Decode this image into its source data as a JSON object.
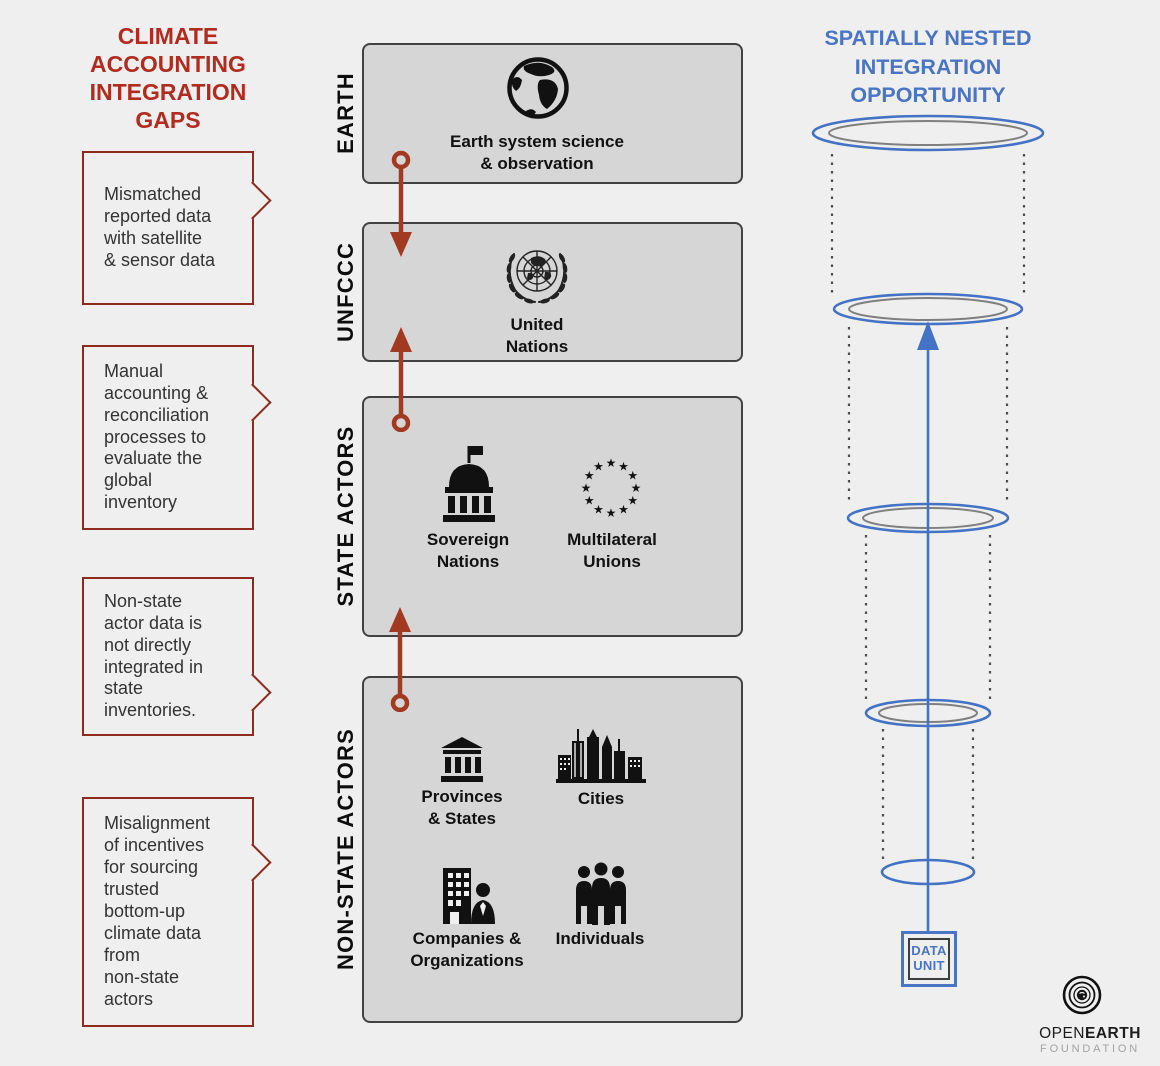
{
  "left_panel": {
    "title": "CLIMATE\nACCOUNTING\nINTEGRATION\nGAPS",
    "gaps": [
      {
        "text": "Mismatched\nreported data\nwith satellite\n& sensor data"
      },
      {
        "text": "Manual\naccounting &\nreconciliation\nprocesses to\nevaluate the\nglobal\ninventory"
      },
      {
        "text": "Non-state\nactor data is\nnot directly\nintegrated in\nstate\ninventories."
      },
      {
        "text": "Misalignment\nof incentives\nfor sourcing\ntrusted\nbottom-up\nclimate data\nfrom\nnon-state\nactors"
      }
    ]
  },
  "middle_panel": {
    "levels": [
      {
        "label": "EARTH",
        "items": [
          {
            "icon": "globe-icon",
            "caption": "Earth system science\n& observation"
          }
        ]
      },
      {
        "label": "UNFCCC",
        "items": [
          {
            "icon": "united-nations-icon",
            "caption": "United\nNations"
          }
        ]
      },
      {
        "label": "STATE ACTORS",
        "items": [
          {
            "icon": "capitol-building-icon",
            "caption": "Sovereign\nNations"
          },
          {
            "icon": "stars-circle-icon",
            "caption": "Multilateral\nUnions"
          }
        ]
      },
      {
        "label": "NON-STATE ACTORS",
        "items": [
          {
            "icon": "classical-building-icon",
            "caption": "Provinces\n& States"
          },
          {
            "icon": "city-skyline-icon",
            "caption": "Cities"
          },
          {
            "icon": "company-person-icon",
            "caption": "Companies &\nOrganizations"
          },
          {
            "icon": "people-group-icon",
            "caption": "Individuals"
          }
        ]
      }
    ]
  },
  "right_panel": {
    "title": "SPATIALLY NESTED\nINTEGRATION\nOPPORTUNITY",
    "data_unit_label": "DATA\nUNIT"
  },
  "footer": {
    "brand_open": "OPEN",
    "brand_earth": "EARTH",
    "brand_sub": "FOUNDATION"
  },
  "colors": {
    "background": "#efefef",
    "gap_title_red": "#b22b1f",
    "callout_border_red": "#8e2b1e",
    "flow_arrow_red": "#a23a22",
    "opportunity_blue": "#4a74c4",
    "ellipse_blue": "#4472c4",
    "ellipse_gray": "#7f7f7f",
    "level_box_fill": "#d6d6d6",
    "level_box_border": "#424242"
  }
}
